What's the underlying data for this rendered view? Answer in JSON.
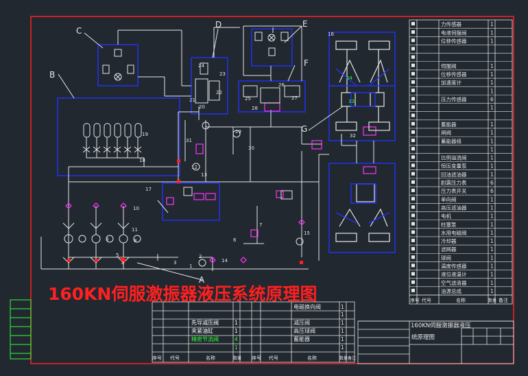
{
  "title_overlay": "160KN伺服激振器液压系统原理图",
  "drawing_title": {
    "line1": "160KN伺服激振器液压",
    "line2": "统原理图"
  },
  "region_labels": [
    "A",
    "B",
    "C",
    "D",
    "E",
    "F",
    "G"
  ],
  "component_numbers": [
    "1",
    "2",
    "3",
    "4",
    "5",
    "6",
    "7",
    "8",
    "9",
    "10",
    "11",
    "12",
    "13",
    "14",
    "15",
    "16",
    "17",
    "18",
    "19",
    "20",
    "21",
    "22",
    "23",
    "24",
    "25",
    "26",
    "27",
    "28",
    "29",
    "30",
    "31",
    "32",
    "33",
    "34"
  ],
  "right_table": {
    "rows": [
      {
        "no": "",
        "code": "",
        "name": "力传感器",
        "qty": "1"
      },
      {
        "no": "",
        "code": "",
        "name": "电液伺服阀",
        "qty": "1"
      },
      {
        "no": "",
        "code": "",
        "name": "位移传感器",
        "qty": "1"
      },
      {
        "no": "",
        "code": "",
        "name": "",
        "qty": ""
      },
      {
        "no": "",
        "code": "",
        "name": "",
        "qty": ""
      },
      {
        "no": "",
        "code": "",
        "name": "伺服阀",
        "qty": "1"
      },
      {
        "no": "",
        "code": "",
        "name": "位移传感器",
        "qty": "1"
      },
      {
        "no": "",
        "code": "",
        "name": "加速度计",
        "qty": "1"
      },
      {
        "no": "",
        "code": "",
        "name": "",
        "qty": "1"
      },
      {
        "no": "",
        "code": "",
        "name": "压力传感器",
        "qty": "6"
      },
      {
        "no": "",
        "code": "",
        "name": "",
        "qty": "1"
      },
      {
        "no": "",
        "code": "",
        "name": "",
        "qty": ""
      },
      {
        "no": "",
        "code": "",
        "name": "蓄能器",
        "qty": "1"
      },
      {
        "no": "",
        "code": "",
        "name": "闸阀",
        "qty": "1"
      },
      {
        "no": "",
        "code": "",
        "name": "蓄能器组",
        "qty": "1"
      },
      {
        "no": "",
        "code": "",
        "name": "",
        "qty": "1"
      },
      {
        "no": "",
        "code": "",
        "name": "比例溢流阀",
        "qty": "1"
      },
      {
        "no": "",
        "code": "",
        "name": "恒压变量泵",
        "qty": "1"
      },
      {
        "no": "",
        "code": "",
        "name": "回油滤油器",
        "qty": "1"
      },
      {
        "no": "",
        "code": "",
        "name": "耐震压力表",
        "qty": "6"
      },
      {
        "no": "",
        "code": "",
        "name": "压力表开关",
        "qty": "6"
      },
      {
        "no": "",
        "code": "",
        "name": "单向阀",
        "qty": "1"
      },
      {
        "no": "",
        "code": "",
        "name": "高压滤油器",
        "qty": "1"
      },
      {
        "no": "",
        "code": "",
        "name": "电机",
        "qty": "1"
      },
      {
        "no": "",
        "code": "",
        "name": "柱塞泵",
        "qty": "1"
      },
      {
        "no": "",
        "code": "",
        "name": "水用电磁阀",
        "qty": "1"
      },
      {
        "no": "",
        "code": "",
        "name": "冷却器",
        "qty": "1"
      },
      {
        "no": "",
        "code": "",
        "name": "滤网器",
        "qty": "1"
      },
      {
        "no": "",
        "code": "",
        "name": "球阀",
        "qty": "1"
      },
      {
        "no": "",
        "code": "",
        "name": "温度传感器",
        "qty": "1"
      },
      {
        "no": "",
        "code": "",
        "name": "液位液温计",
        "qty": "1"
      },
      {
        "no": "",
        "code": "",
        "name": "空气滤清器",
        "qty": "1"
      },
      {
        "no": "",
        "code": "",
        "name": "油源总成",
        "qty": "1"
      }
    ],
    "header": {
      "no": "序号",
      "code": "代号",
      "name": "名称",
      "qty": "数量",
      "note": "备注"
    }
  },
  "bottom_table": {
    "left_rows": [
      {
        "name": "先导减压阀",
        "qty": "1"
      },
      {
        "name": "夹紧油缸",
        "qty": "1"
      },
      {
        "name": "精密节流阀",
        "qty": "4"
      },
      {
        "name": "",
        "qty": "1"
      }
    ],
    "mid_rows": [
      {
        "name": "电磁换向阀",
        "qty": "1"
      },
      {
        "name": "",
        "qty": "1"
      },
      {
        "name": "减压阀",
        "qty": "1"
      },
      {
        "name": "高压球阀",
        "qty": "1"
      },
      {
        "name": "蓄能器",
        "qty": "1"
      },
      {
        "name": "",
        "qty": "1"
      }
    ],
    "header": {
      "no": "序号",
      "code": "代号",
      "name": "名称",
      "qty": "数量",
      "note": "备注"
    }
  },
  "colors": {
    "background": "#212830",
    "frame_red": "#ff2020",
    "line_white": "#e8e8e8",
    "box_blue": "#2233ff",
    "magenta": "#ee33ee",
    "yellow": "#ffff55",
    "green": "#33ff33",
    "title_red": "#ff2020"
  }
}
